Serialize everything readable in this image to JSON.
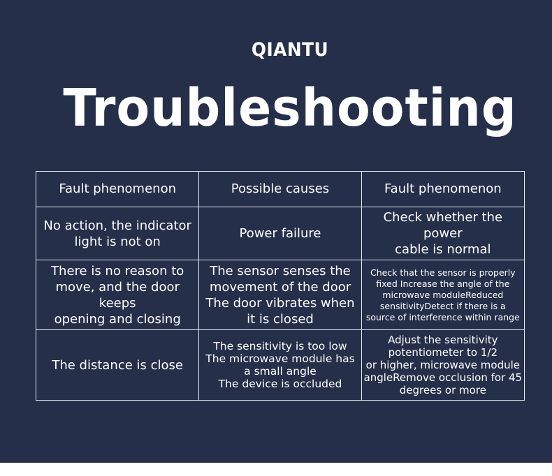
{
  "brand": "QIANTU",
  "title": "Troubleshooting",
  "table": {
    "headers": [
      "Fault phenomenon",
      "Possible causes",
      "Fault phenomenon"
    ],
    "rows": [
      {
        "fault": "No action, the indicator\nlight is not on",
        "cause": "Power failure",
        "solution": "Check whether the power\ncable is normal"
      },
      {
        "fault": "There is no reason to\nmove, and the door keeps\nopening and closing",
        "cause": "The sensor senses the\nmovement of the door\nThe door vibrates when\nit is closed",
        "solution": "Check that the sensor is properly\nfixed Increase the angle of the\nmicrowave moduleReduced\nsensitivityDetect if there is a\nsource of interference within range"
      },
      {
        "fault": "The distance is close",
        "cause": "The sensitivity is too low\nThe microwave module has\na small angle\nThe device is occluded",
        "solution": "Adjust the sensitivity\npotentiometer to 1/2\nor higher, microwave module\nangleRemove occlusion for 45\ndegrees or more"
      }
    ]
  },
  "colors": {
    "panel_background": "#262f4a",
    "text": "#ffffff",
    "grid_lines": "#e6e8ef",
    "page_background": "#ffffff"
  }
}
